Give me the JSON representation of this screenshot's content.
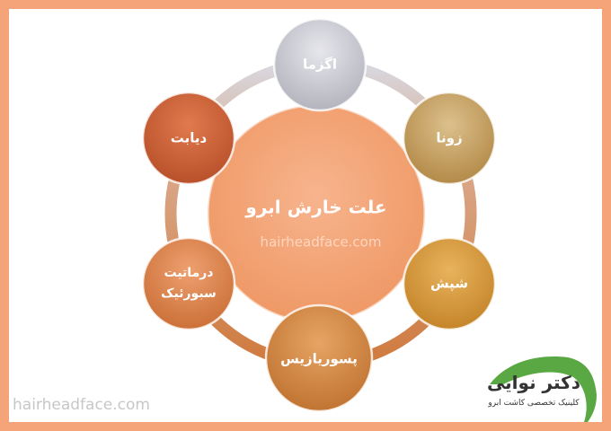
{
  "diagram": {
    "center": {
      "label": "علت خارش ابرو",
      "watermark": "hairheadface.com",
      "color": "#f5a47a"
    },
    "nodes": [
      {
        "label": "اگزما",
        "color": "#c8c8d0"
      },
      {
        "label": "زونا",
        "color": "#c9a66a"
      },
      {
        "label": "شپش",
        "color": "#d89a3c"
      },
      {
        "label": "پسوریازیس",
        "color": "#d68a44"
      },
      {
        "label": "درماتیت سبورئیک",
        "line1": "درماتیت",
        "line2": "سبورئیک",
        "color": "#e0874e"
      },
      {
        "label": "دیابت",
        "color": "#d4643a"
      }
    ]
  },
  "watermark_bottom": "hairheadface.com",
  "logo": {
    "name": "دکتر نوایی",
    "tagline": "کلینیک تخصصی کاشت ابرو",
    "accent": "#5aa843"
  },
  "colors": {
    "border": "#f5a47a",
    "ring_top": "#d2d2da",
    "ring_bottom": "#cf7a3e"
  }
}
